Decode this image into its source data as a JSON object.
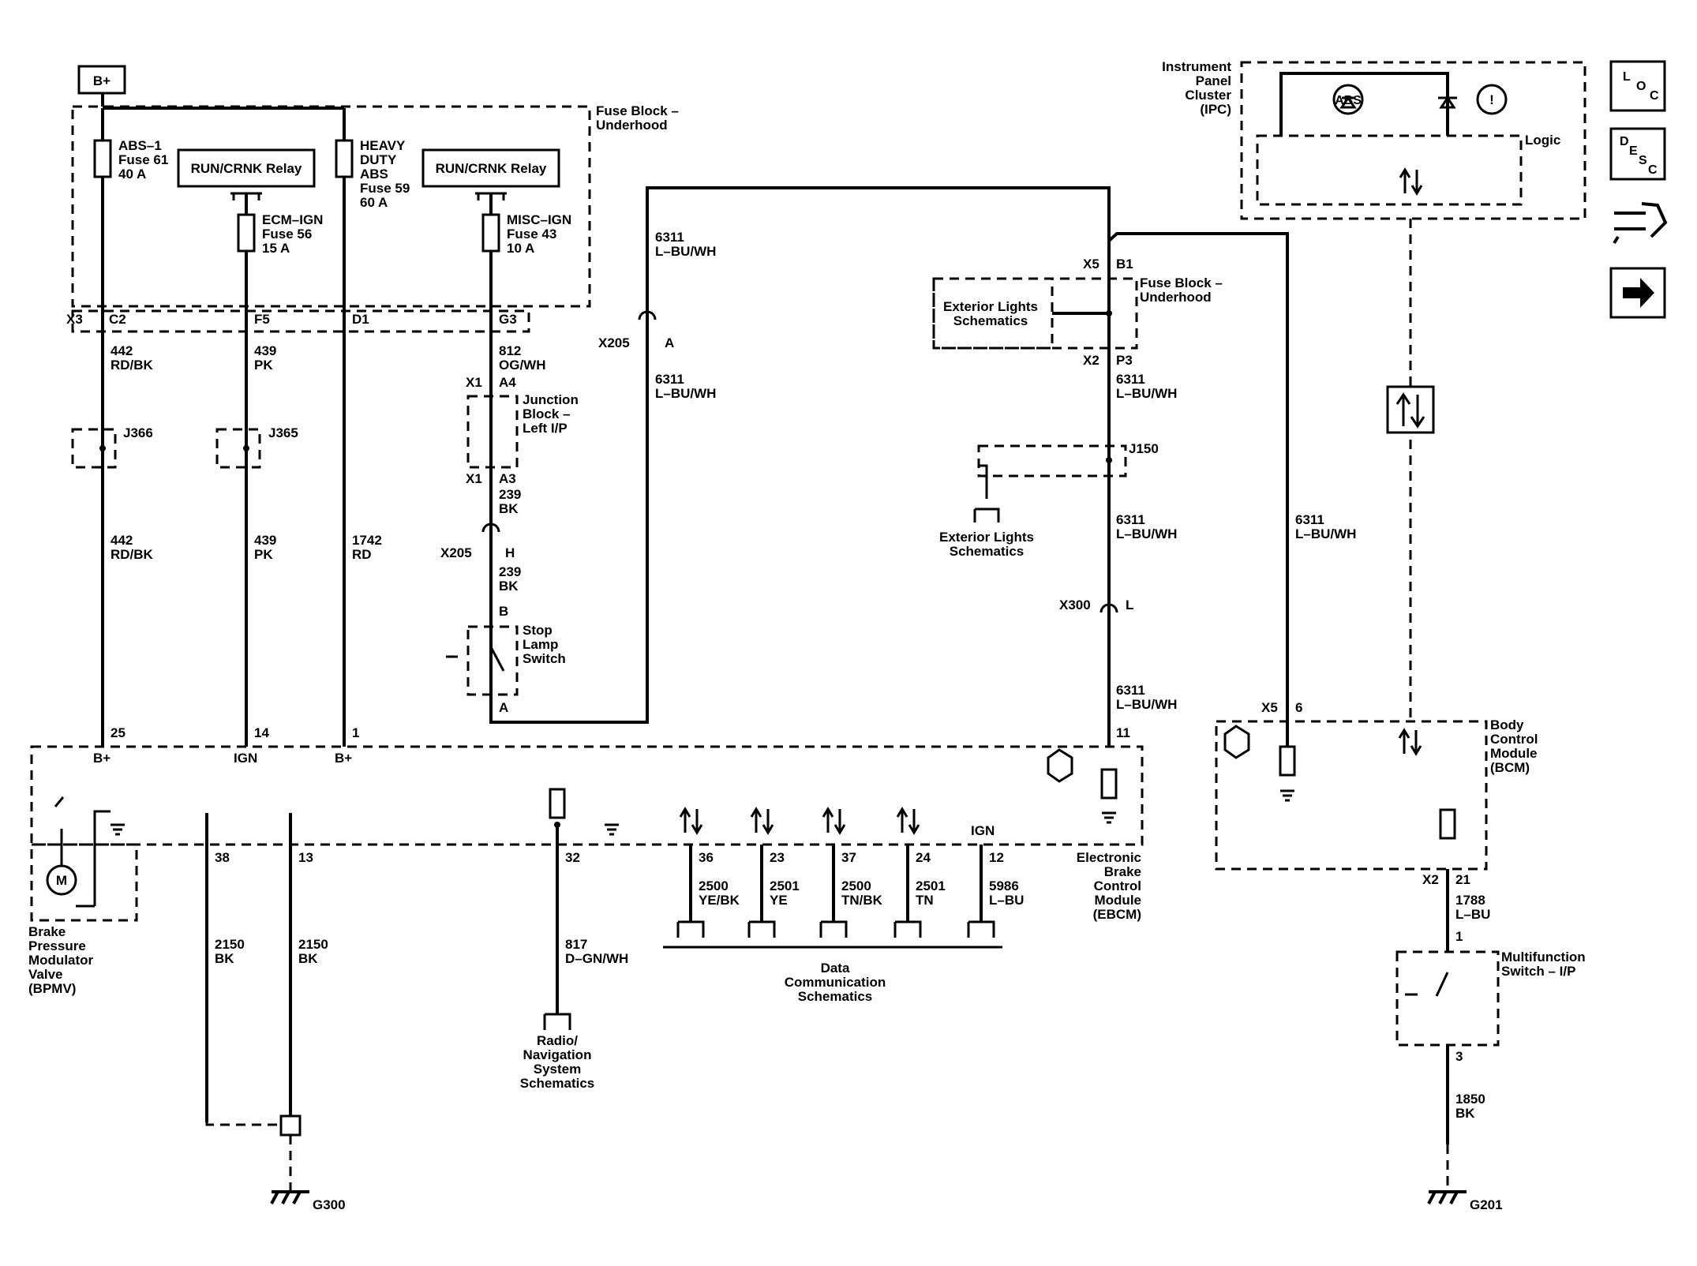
{
  "labels": {
    "bplus_top": "B+",
    "fuse_block_underhood": [
      "Fuse Block –",
      "Underhood"
    ],
    "abs1": [
      "ABS–1",
      "Fuse 61",
      "40 A"
    ],
    "relay1": "RUN/CRNK Relay",
    "relay2": "RUN/CRNK Relay",
    "hd_abs": [
      "HEAVY",
      "DUTY",
      "ABS",
      "Fuse 59",
      "60 A"
    ],
    "ecm_ign": [
      "ECM–IGN",
      "Fuse 56",
      "15 A"
    ],
    "misc_ign": [
      "MISC–IGN",
      "Fuse 43",
      "10 A"
    ],
    "x3": "X3",
    "c2": "C2",
    "f5": "F5",
    "d1": "D1",
    "g3": "G3",
    "w442a": [
      "442",
      "RD/BK"
    ],
    "w439a": [
      "439",
      "PK"
    ],
    "w812": [
      "812",
      "OG/WH"
    ],
    "x1a": "X1",
    "a4": "A4",
    "junction_block": [
      "Junction",
      "Block –",
      "Left I/P"
    ],
    "x1b": "X1",
    "a3": "A3",
    "w239a": [
      "239",
      "BK"
    ],
    "j366": "J366",
    "j365": "J365",
    "w442b": [
      "442",
      "RD/BK"
    ],
    "w439b": [
      "439",
      "PK"
    ],
    "w1742": [
      "1742",
      "RD"
    ],
    "x205_h": "X205",
    "h": "H",
    "w239b": [
      "239",
      "BK"
    ],
    "b_pin": "B",
    "stop_lamp": [
      "Stop",
      "Lamp",
      "Switch"
    ],
    "a_pin": "A",
    "w6311_top": [
      "6311",
      "L–BU/WH"
    ],
    "x205_a": "X205",
    "a_pin2": "A",
    "w6311_mid": [
      "6311",
      "L–BU/WH"
    ],
    "x5_top": "X5",
    "b1": "B1",
    "fuse_block_underhood2": [
      "Fuse Block –",
      "Underhood"
    ],
    "ext_lights1": [
      "Exterior Lights",
      "Schematics"
    ],
    "x2_top": "X2",
    "p3": "P3",
    "w6311_p3": [
      "6311",
      "L–BU/WH"
    ],
    "j150": "J150",
    "ext_lights2": [
      "Exterior Lights",
      "Schematics"
    ],
    "w6311_j150": [
      "6311",
      "L–BU/WH"
    ],
    "w6311_right": [
      "6311",
      "L–BU/WH"
    ],
    "x300": "X300",
    "l_pin": "L",
    "w6311_bottom": [
      "6311",
      "L–BU/WH"
    ],
    "pin11": "11",
    "pin25": "25",
    "pin14": "14",
    "pin1": "1",
    "bplus_ebcm1": "B+",
    "ign_ebcm": "IGN",
    "bplus_ebcm2": "B+",
    "ipc": [
      "Instrument",
      "Panel",
      "Cluster",
      "(IPC)"
    ],
    "logic": "Logic",
    "abs_lamp": "ABS",
    "brake_lamp": "!",
    "x5_bcm": "X5",
    "pin6": "6",
    "bcm": [
      "Body",
      "Control",
      "Module",
      "(BCM)"
    ],
    "ebcm": [
      "Electronic",
      "Brake",
      "Control",
      "Module",
      "(EBCM)"
    ],
    "pin38": "38",
    "pin13": "13",
    "pin32": "32",
    "pin36": "36",
    "pin23": "23",
    "pin37": "37",
    "pin24": "24",
    "pin12": "12",
    "ign_pin12": "IGN",
    "w2500a": [
      "2500",
      "YE/BK"
    ],
    "w2501a": [
      "2501",
      "YE"
    ],
    "w2500b": [
      "2500",
      "TN/BK"
    ],
    "w2501b": [
      "2501",
      "TN"
    ],
    "w5986": [
      "5986",
      "L–BU"
    ],
    "data_comm": [
      "Data",
      "Communication",
      "Schematics"
    ],
    "motor": "M",
    "bpmv": [
      "Brake",
      "Pressure",
      "Modulator",
      "Valve",
      "(BPMV)"
    ],
    "w2150a": [
      "2150",
      "BK"
    ],
    "w2150b": [
      "2150",
      "BK"
    ],
    "w817": [
      "817",
      "D–GN/WH"
    ],
    "radio": [
      "Radio/",
      "Navigation",
      "System",
      "Schematics"
    ],
    "g300": "G300",
    "x2_bcm": "X2",
    "pin21": "21",
    "w1788": [
      "1788",
      "L–BU"
    ],
    "pin1_mf": "1",
    "multifunction": [
      "Multifunction",
      "Switch – I/P"
    ],
    "pin3": "3",
    "w1850": [
      "1850",
      "BK"
    ],
    "g201": "G201",
    "nav_loc": [
      "L",
      "O",
      "C"
    ],
    "nav_desc": [
      "D",
      "E",
      "S",
      "C"
    ]
  }
}
